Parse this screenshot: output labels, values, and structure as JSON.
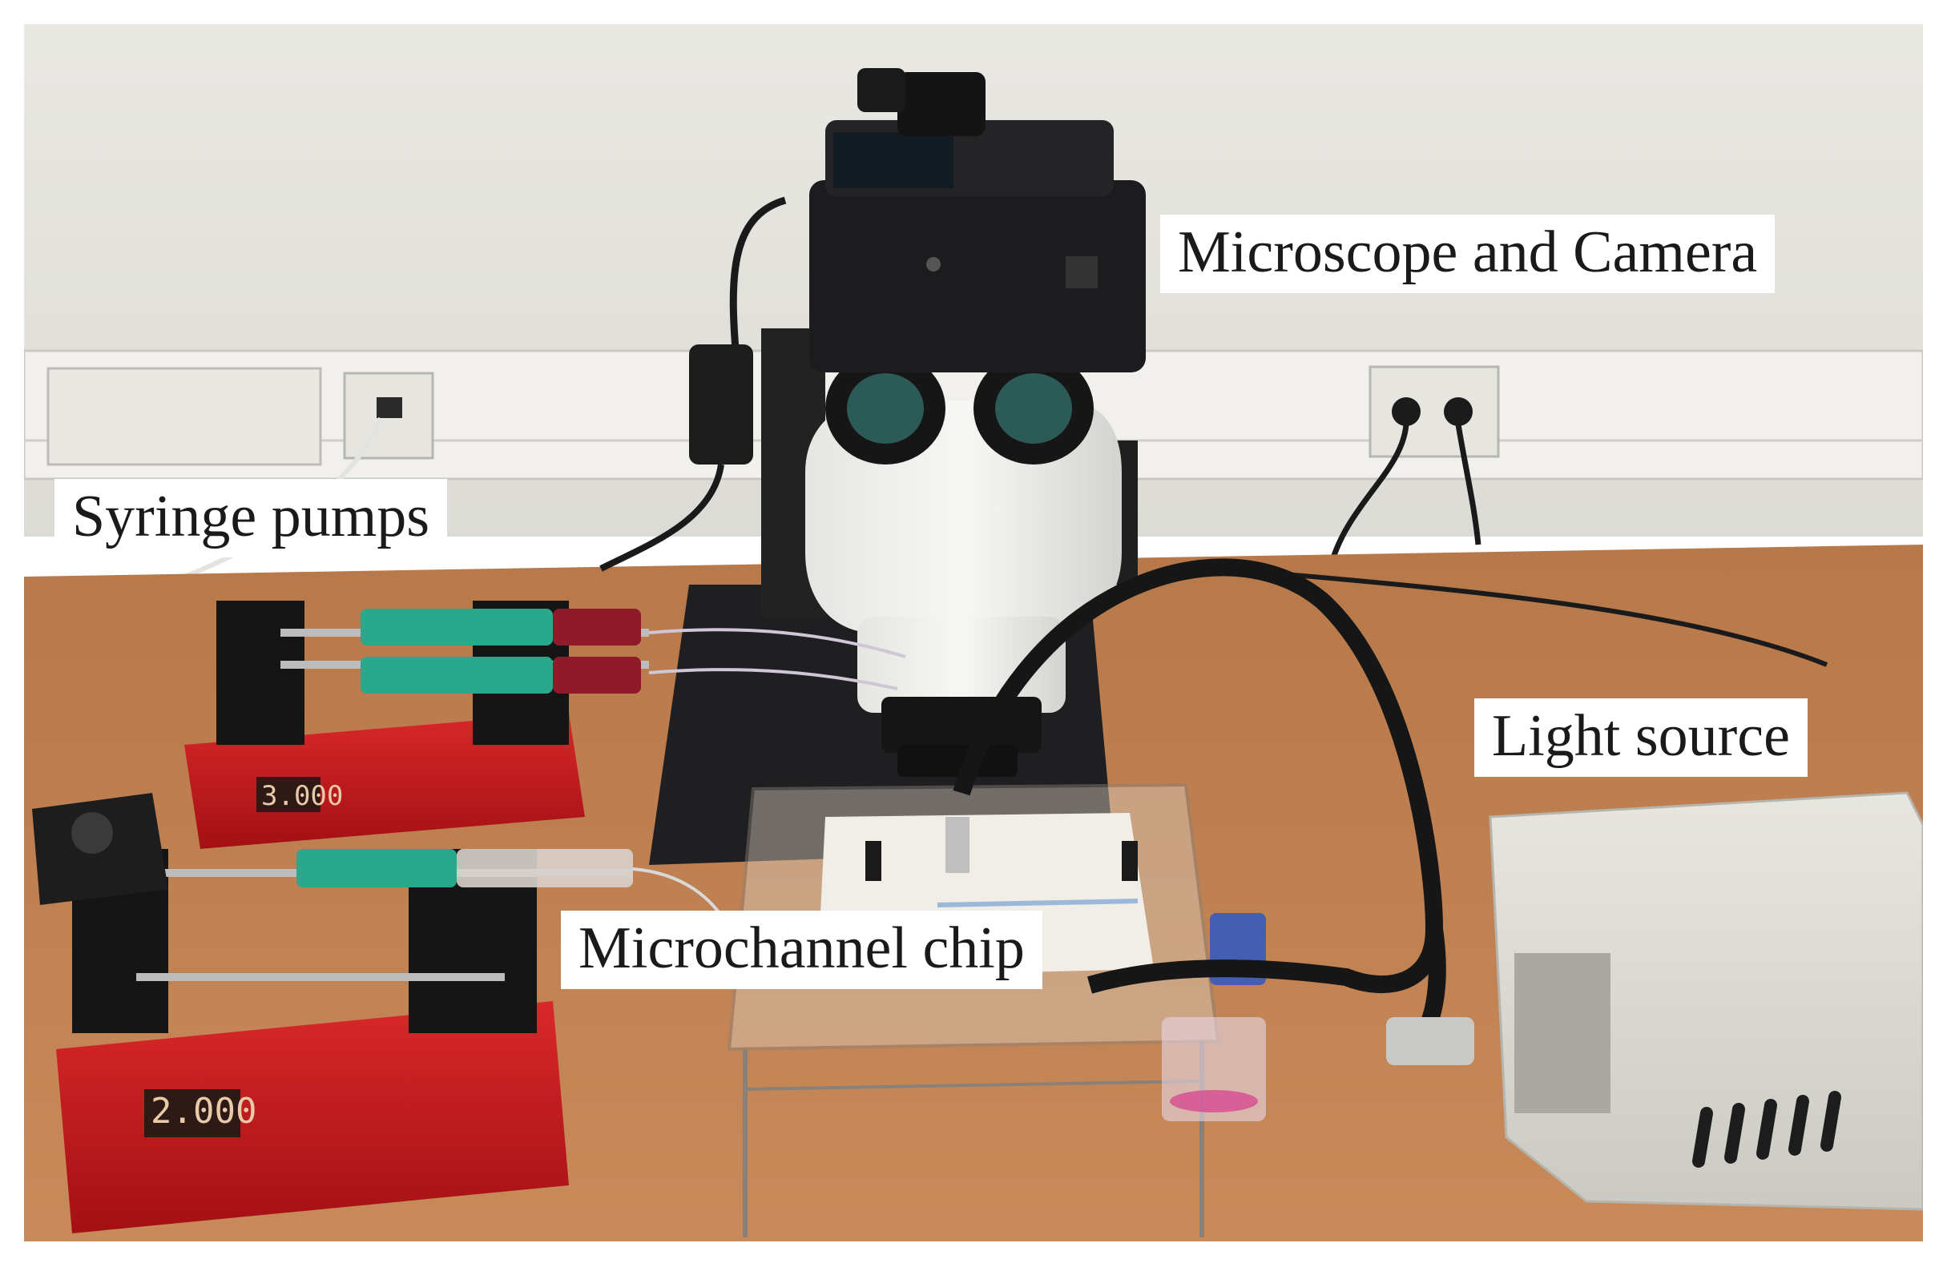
{
  "labels": {
    "microscope_camera": "Microscope and Camera",
    "syringe_pumps": "Syringe pumps",
    "light_source": "Light source",
    "microchannel_chip": "Microchannel chip"
  },
  "pump_displays": {
    "upper": "3.000",
    "lower": "2.000"
  },
  "colors": {
    "wall": "#ecebe7",
    "bench": "#c0804f",
    "pump_red": "#c8191c",
    "syringe_green": "#2aa88c",
    "camera_black": "#1c1c1e",
    "light_box": "#d9d8d1"
  }
}
